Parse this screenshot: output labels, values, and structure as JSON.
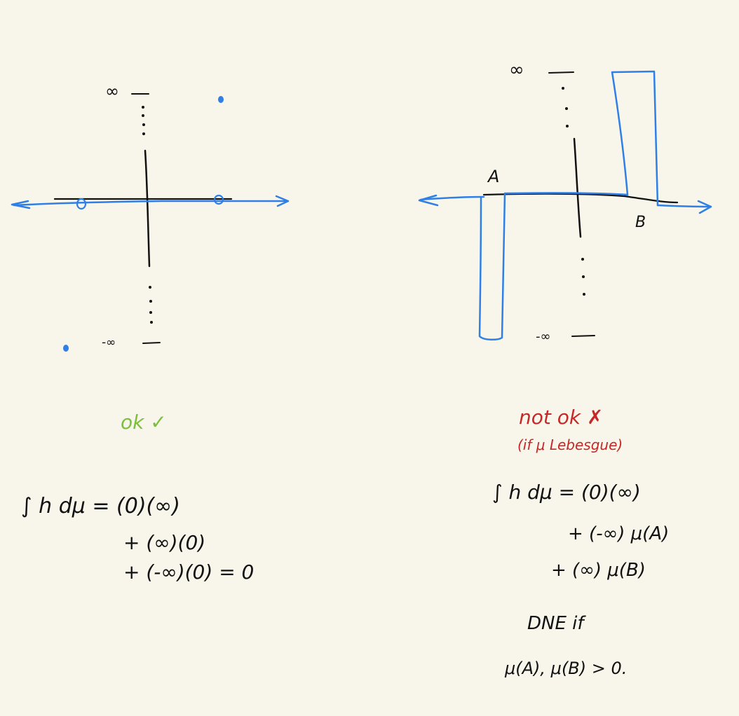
{
  "left_panel": {
    "inf_top": "∞",
    "inf_bottom": "-∞",
    "verdict": "ok ✓",
    "integral_line1": "∫ h dμ = (0)(∞)",
    "integral_line2": "+ (∞)(0)",
    "integral_line3": "+ (-∞)(0) = 0"
  },
  "right_panel": {
    "inf_top": "∞",
    "inf_bottom": "-∞",
    "label_a": "A",
    "label_b": "B",
    "verdict": "not ok ✗",
    "verdict_note": "(if μ Lebesgue)",
    "integral_line1": "∫ h dμ = (0)(∞)",
    "integral_line2": "+ (-∞) μ(A)",
    "integral_line3": "+ (∞) μ(B)",
    "conclusion_line1": "DNE if",
    "conclusion_line2": "μ(A), μ(B) > 0."
  },
  "colors": {
    "background": "#f8f6ea",
    "ink": "#111111",
    "blue": "#2f7fe6",
    "green": "#7bbf3a",
    "red": "#c62828"
  }
}
